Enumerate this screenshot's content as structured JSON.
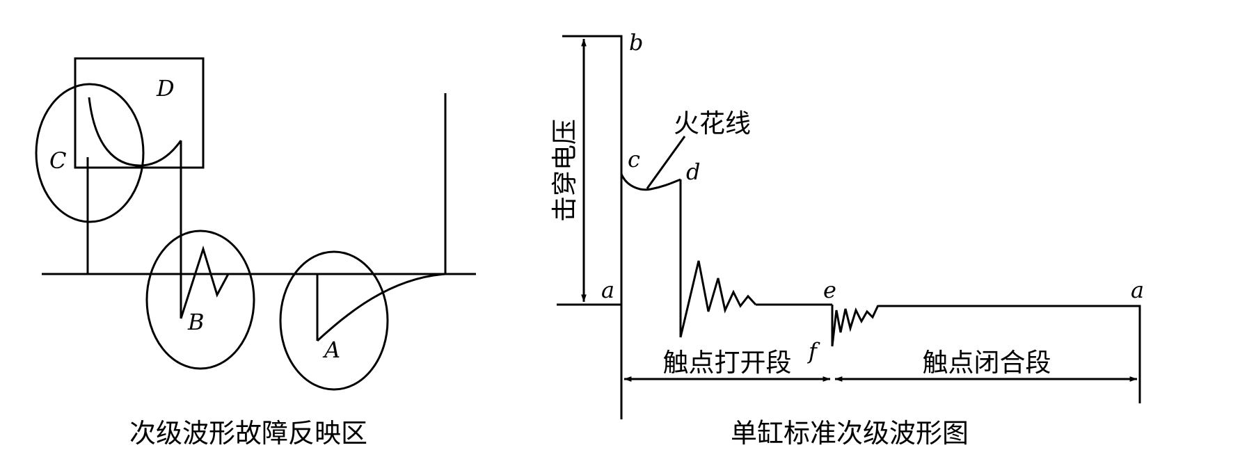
{
  "left_panel": {
    "caption": "次级波形故障反映区",
    "labels": {
      "a": "A",
      "b": "B",
      "c": "C",
      "d": "D"
    }
  },
  "right_panel": {
    "caption": "单缸标准次级波形图",
    "voltage_label": "击穿电压",
    "spark_line_label": "火花线",
    "open_label": "触点打开段",
    "closed_label": "触点闭合段",
    "points": {
      "a1": "a",
      "b": "b",
      "c": "c",
      "d": "d",
      "e": "e",
      "f": "f",
      "a2": "a"
    }
  },
  "colors": {
    "ink": "#000000",
    "background": "#ffffff"
  }
}
